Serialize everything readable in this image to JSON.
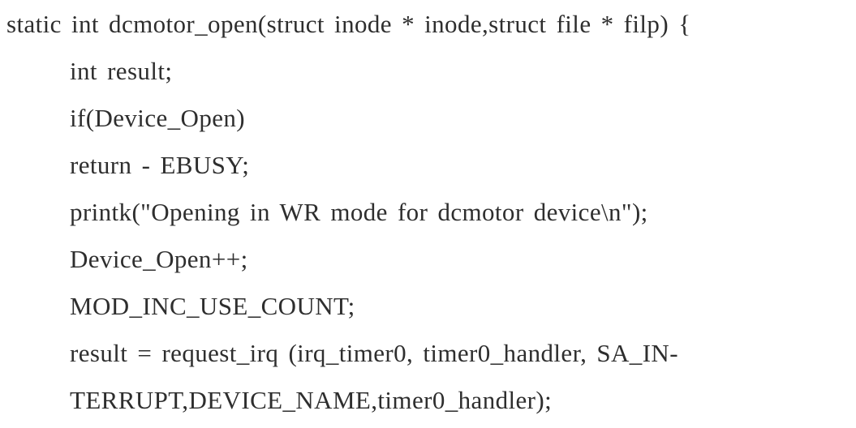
{
  "document": {
    "kind": "printed-code-listing",
    "colors": {
      "text": "#2e2e2e",
      "background": "#ffffff"
    },
    "lines": [
      {
        "text": "static int dcmotor_open(struct inode * inode,struct file * filp) {",
        "indent": 0
      },
      {
        "text": "int result;",
        "indent": 1
      },
      {
        "text": "if(Device_Open)",
        "indent": 1
      },
      {
        "text": "return - EBUSY;",
        "indent": 1
      },
      {
        "text": "printk(\"Opening in WR mode for dcmotor device\\n\");",
        "indent": 1
      },
      {
        "text": "Device_Open++;",
        "indent": 1
      },
      {
        "text": "MOD_INC_USE_COUNT;",
        "indent": 1
      },
      {
        "text": "result = request_irq (irq_timer0, timer0_handler, SA_IN-",
        "indent": 1
      },
      {
        "text": "TERRUPT,DEVICE_NAME,timer0_handler);",
        "indent": 1
      }
    ]
  }
}
